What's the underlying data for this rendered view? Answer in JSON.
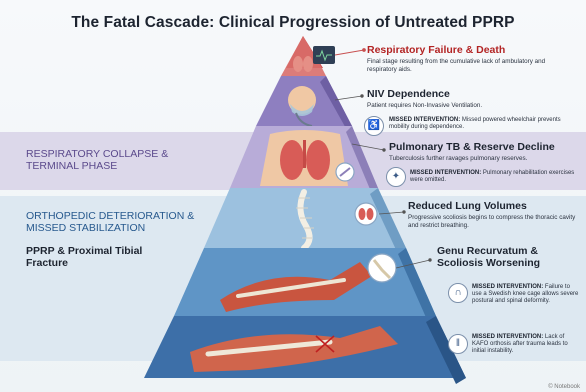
{
  "title": "The Fatal Cascade: Clinical Progression of Untreated PPRP",
  "phases": {
    "collapse": "RESPIRATORY COLLAPSE & TERMINAL PHASE",
    "ortho": "ORTHOPEDIC DETERIORATION & MISSED STABILIZATION",
    "start": "PPRP & Proximal Tibial Fracture"
  },
  "stages": [
    {
      "heading": "Respiratory Failure & Death",
      "desc": "Final stage resulting from the cumulative lack of ambulatory and respiratory aids."
    },
    {
      "heading": "NIV Dependence",
      "desc": "Patient requires Non-Invasive Ventilation."
    },
    {
      "heading": "Pulmonary TB & Reserve Decline",
      "desc": "Tuberculosis further ravages pulmonary reserves."
    },
    {
      "heading": "Reduced Lung Volumes",
      "desc": "Progressive scoliosis begins to compress the thoracic cavity and restrict breathing."
    },
    {
      "heading": "Genu Recurvatum & Scoliosis Worsening",
      "desc": ""
    }
  ],
  "missed": [
    {
      "label": "MISSED INTERVENTION:",
      "text": "Missed powered wheelchair prevents mobility during dependence.",
      "icon": "wheelchair-icon"
    },
    {
      "label": "MISSED INTERVENTION:",
      "text": "Pulmonary rehabilitation exercises were omitted.",
      "icon": "exercise-icon"
    },
    {
      "label": "MISSED INTERVENTION:",
      "text": "Failure to use a Swedish knee cage allows severe postural and spinal deformity.",
      "icon": "knee-brace-icon"
    },
    {
      "label": "MISSED INTERVENTION:",
      "text": "Lack of KAFO orthosis after trauma leads to initial instability.",
      "icon": "kafo-orthosis-icon"
    }
  ],
  "colors": {
    "red": "#b32424",
    "purple": "#5b4a8c",
    "blue": "#27598e"
  },
  "watermark": "© Notebook"
}
